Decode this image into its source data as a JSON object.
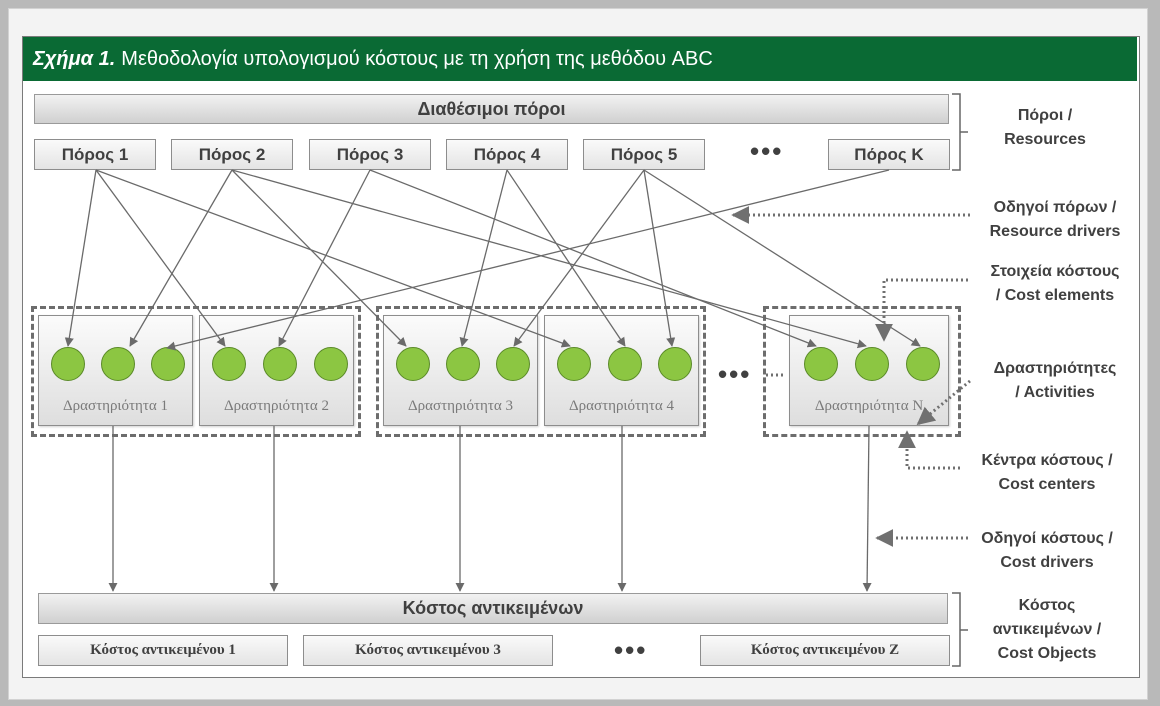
{
  "figure": {
    "number": "Σχήμα 1.",
    "title": "Μεθοδολογία υπολογισμού κόστους με τη χρήση της μεθόδου ABC"
  },
  "resources": {
    "header": "Διαθέσιμοι πόροι",
    "items": [
      "Πόρος 1",
      "Πόρος 2",
      "Πόρος 3",
      "Πόρος 4",
      "Πόρος 5",
      "Πόρος Κ"
    ],
    "ellipsis": "•••"
  },
  "activities": {
    "items": [
      "Δραστηριότητα 1",
      "Δραστηριότητα 2",
      "Δραστηριότητα 3",
      "Δραστηριότητα 4",
      "Δραστηριότητα Ν"
    ],
    "ellipsis": "•••"
  },
  "cost_objects": {
    "header": "Κόστος αντικειμένων",
    "items": [
      "Κόστος αντικειμένου 1",
      "Κόστος αντικειμένου 3",
      "Κόστος αντικειμένου Ζ"
    ],
    "ellipsis": "•••"
  },
  "labels": {
    "resources": [
      "Πόροι /",
      "Resources"
    ],
    "resource_drivers": [
      "Οδηγοί πόρων /",
      "Resource drivers"
    ],
    "cost_elements": [
      "Στοιχεία κόστους",
      "/ Cost elements"
    ],
    "activities": [
      "Δραστηριότητες",
      "/ Activities"
    ],
    "cost_centers": [
      "Κέντρα κόστους /",
      "Cost centers"
    ],
    "cost_drivers": [
      "Οδηγοί κόστους /",
      "Cost drivers"
    ],
    "cost_objects": [
      "Κόστος",
      "αντικειμένων /",
      "Cost Objects"
    ]
  },
  "colors": {
    "header_green": "#0a6a34",
    "cost_element_green": "#8cc642",
    "line_gray": "#6a6a6a"
  }
}
